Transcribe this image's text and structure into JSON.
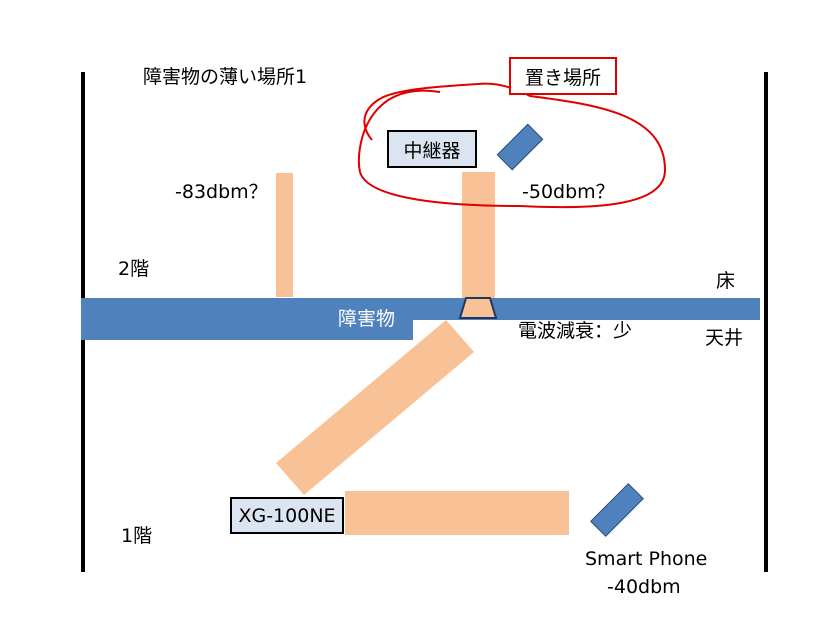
{
  "labels": {
    "thin_obstacle_place": "障害物の薄い場所1",
    "placement": "置き場所",
    "repeater": "中継器",
    "floor2": "2階",
    "floor1": "1階",
    "floor": "床",
    "ceiling": "天井",
    "obstacle": "障害物",
    "attenuation": "電波減衰：少",
    "signal_2f_left": "-83dbm？",
    "signal_2f_right": "-50dbm？",
    "router": "XG-100NE",
    "smartphone_name": "Smart Phone",
    "smartphone_signal": "-40dbm"
  },
  "colors": {
    "slab": "#4f81bd",
    "signal_beam": "#f8c196",
    "device": "#4f81bd",
    "label_box": "#dbe5f1",
    "highlight": "#e00000"
  }
}
